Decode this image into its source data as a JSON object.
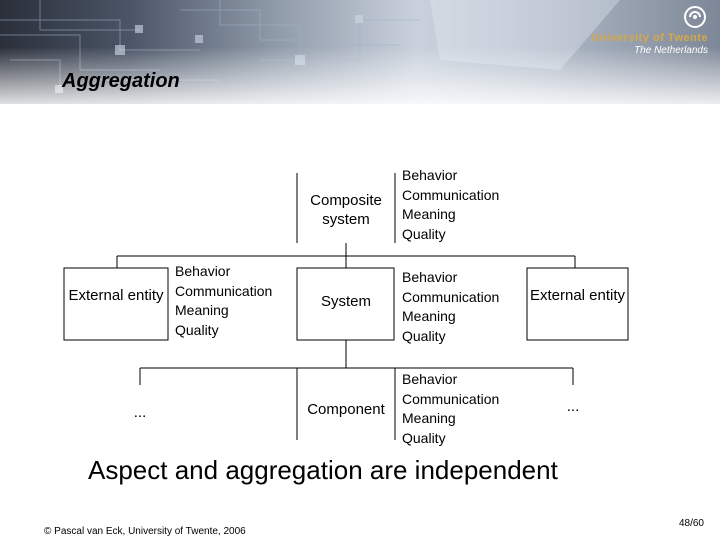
{
  "header": {
    "university": "University of Twente",
    "country": "The Netherlands",
    "logo_icon": "ut-logo-icon"
  },
  "slide": {
    "title": "Aggregation",
    "statement": "Aspect and aggregation are independent"
  },
  "nodes": {
    "composite": "Composite system",
    "system": "System",
    "component": "Component",
    "external_left": "External entity",
    "external_right": "External entity",
    "ellipsis_left": "...",
    "ellipsis_right": "..."
  },
  "aspects": [
    "Behavior",
    "Communication",
    "Meaning",
    "Quality"
  ],
  "footer": {
    "copyright": "© Pascal van Eck, University of Twente, 2006",
    "page": "48/60"
  }
}
